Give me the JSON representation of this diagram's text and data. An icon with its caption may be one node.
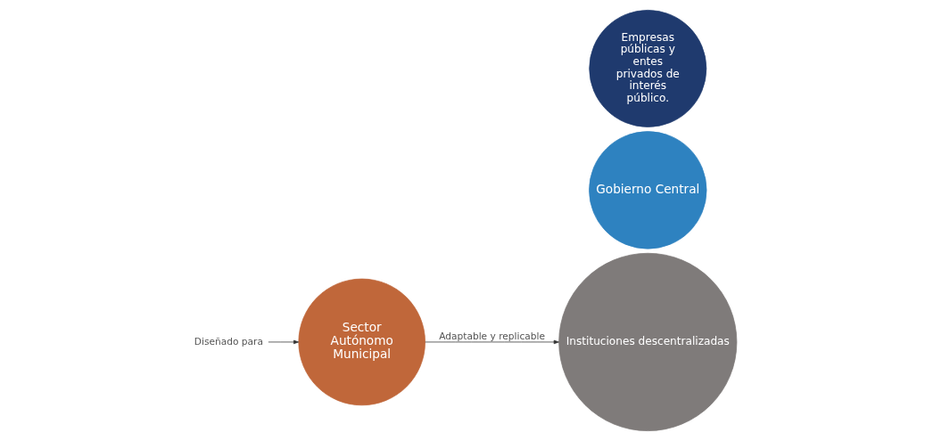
{
  "diagram": {
    "nodes": [
      {
        "text": [
          "Diseñado para"
        ]
      },
      {
        "text": [
          "Sector Autónomo Municipal"
        ]
      },
      {
        "text": [
          "Gobierno Central"
        ]
      },
      {
        "text": [
          "Instituciones descentralizadas"
        ]
      },
      {
        "text": [
          "Empresas públicas y entes privados de interés público."
        ]
      }
    ],
    "edges": [
      {
        "from": 0,
        "to": 1,
        "arrow": "to"
      },
      {
        "from": 1,
        "to": 3,
        "arrow": "to",
        "label": "Adaptable y replicable"
      }
    ]
  }
}
